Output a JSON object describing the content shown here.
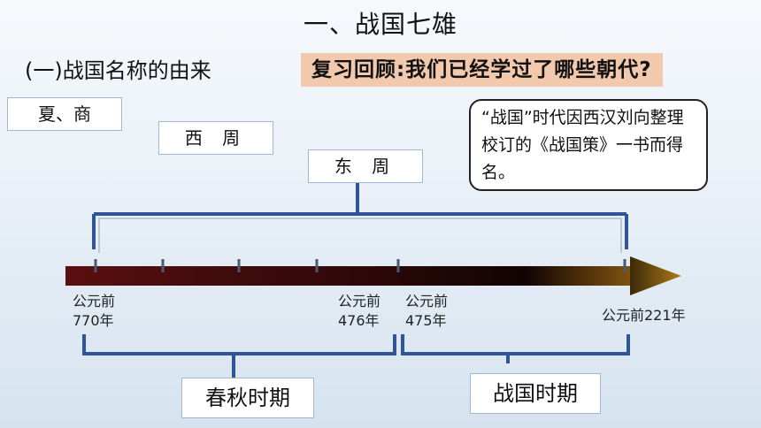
{
  "title": "一、战国七雄",
  "subtitle": "(一)战国名称的由来",
  "review_prompt": "复习回顾:我们已经学过了哪些朝代?",
  "dynasties": {
    "xia_shang": "夏、商",
    "xi_zhou": "西 周",
    "dong_zhou": "东 周"
  },
  "note_text": "“战国”时代因西汉刘向整理校订的《战国策》一书而得名。",
  "timeline": {
    "labels": {
      "start": {
        "line1": "公元前",
        "line2": "770年"
      },
      "end_chunqiu": {
        "line1": "公元前",
        "line2": "476年"
      },
      "start_zhanguo": {
        "line1": "公元前",
        "line2": "475年"
      },
      "end": "公元前221年"
    },
    "colors": {
      "arrow_start": "#5a0f0f",
      "arrow_end": "#8a5a10",
      "bracket": "#2f5597"
    }
  },
  "periods": {
    "chunqiu": "春秋时期",
    "zhanguo": "战国时期"
  }
}
